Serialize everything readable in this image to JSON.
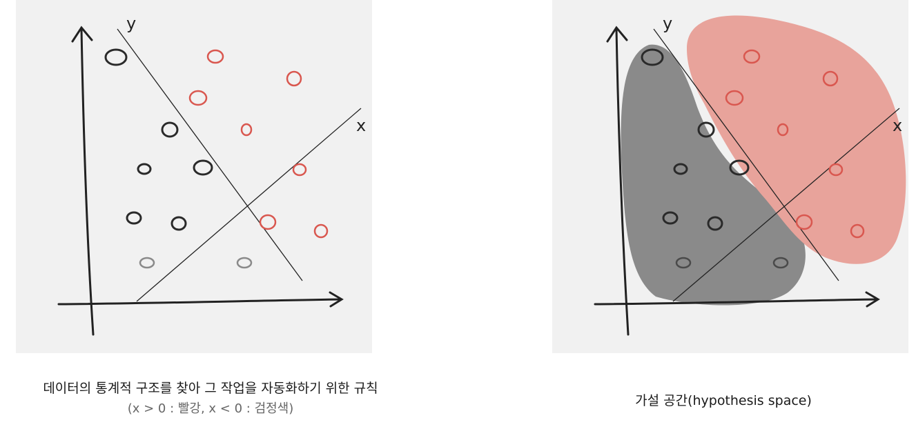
{
  "left_panel": {
    "y_label": "y",
    "x_label": "x"
  },
  "right_panel": {
    "y_label": "y",
    "x_label": "x"
  },
  "caption_left": {
    "line1": "데이터의 통계적 구조를 찾아 그 작업을 자동화하기 위한 규칙",
    "line2": "(x > 0 : 빨강, x < 0 : 검정색)"
  },
  "caption_right": {
    "text": "가설 공간(hypothesis space)"
  },
  "colors": {
    "red": "#d9574f",
    "black": "#1e1e1e",
    "grey": "#777777",
    "red_region": "#e8a39b",
    "dark_region": "#8a8a8a"
  }
}
